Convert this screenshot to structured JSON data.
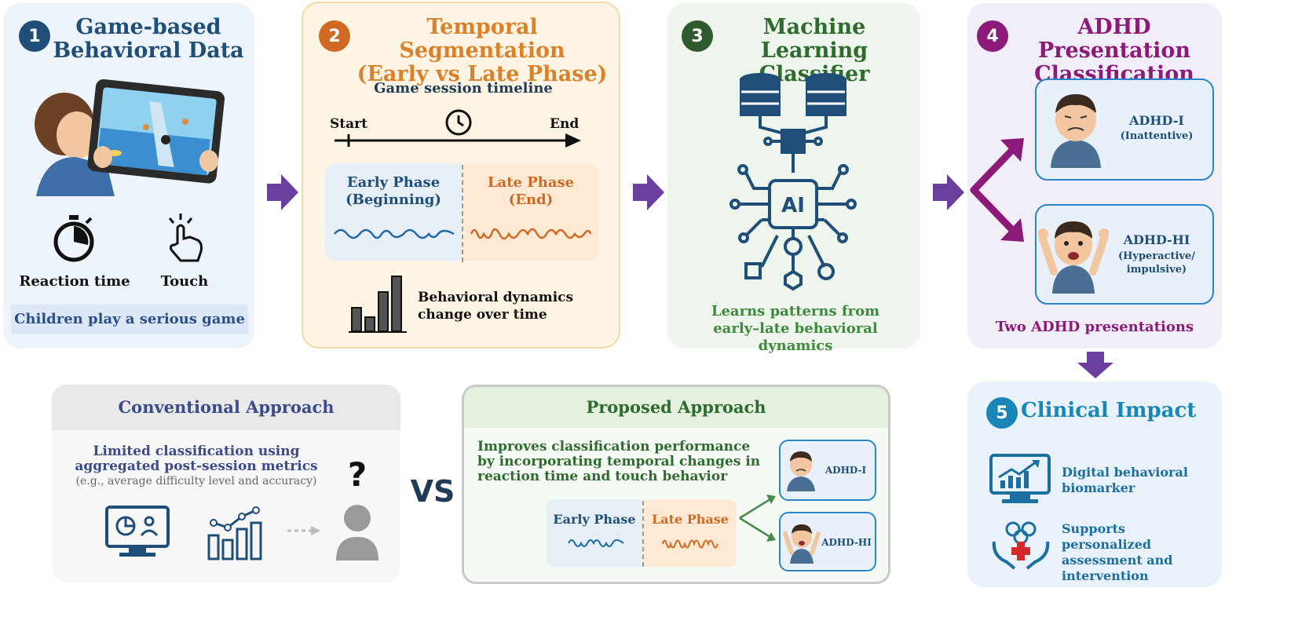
{
  "colors": {
    "navy": "#1f4e79",
    "orange": "#d9822b",
    "green": "#2e6b2e",
    "purple": "#8b1a7a",
    "teal": "#1a86b8",
    "arrow": "#6b3fa0"
  },
  "step1": {
    "number": "1",
    "title_line1": "Game-based",
    "title_line2": "Behavioral Data",
    "icon_left_label": "Reaction time",
    "icon_right_label": "Touch",
    "caption": "Children play a serious game"
  },
  "step2": {
    "number": "2",
    "title_line1": "Temporal Segmentation",
    "title_line2": "(Early vs Late Phase)",
    "timeline_title": "Game session timeline",
    "start_label": "Start",
    "end_label": "End",
    "early_line1": "Early Phase",
    "early_line2": "(Beginning)",
    "late_line1": "Late Phase",
    "late_line2": "(End)",
    "dynamics_line1": "Behavioral dynamics",
    "dynamics_line2": "change over time"
  },
  "step3": {
    "number": "3",
    "title_line1": "Machine Learning",
    "title_line2": "Classifier",
    "chip_label": "AI",
    "caption_line1": "Learns patterns from",
    "caption_line2": "early–late behavioral dynamics"
  },
  "step4": {
    "number": "4",
    "title_line1": "ADHD Presentation",
    "title_line2": "Classification",
    "class1_name": "ADHD-I",
    "class1_sub": "(Inattentive)",
    "class2_name": "ADHD-HI",
    "class2_sub1": "(Hyperactive/",
    "class2_sub2": "impulsive)",
    "caption": "Two ADHD presentations"
  },
  "step5": {
    "number": "5",
    "title": "Clinical Impact",
    "item1_line1": "Digital behavioral",
    "item1_line2": "biomarker",
    "item2_line1": "Supports personalized",
    "item2_line2": "assessment and",
    "item2_line3": "intervention"
  },
  "conventional": {
    "title": "Conventional Approach",
    "line1": "Limited classification using",
    "line2": "aggregated post-session metrics",
    "line3": "(e.g., average difficulty level and accuracy)",
    "question": "?"
  },
  "vs_label": "VS",
  "proposed": {
    "title": "Proposed Approach",
    "line1": "Improves classification performance",
    "line2": "by incorporating temporal changes in",
    "line3": "reaction time and touch behavior",
    "early_label": "Early Phase",
    "late_label": "Late Phase",
    "out1": "ADHD-I",
    "out2": "ADHD-HI"
  }
}
